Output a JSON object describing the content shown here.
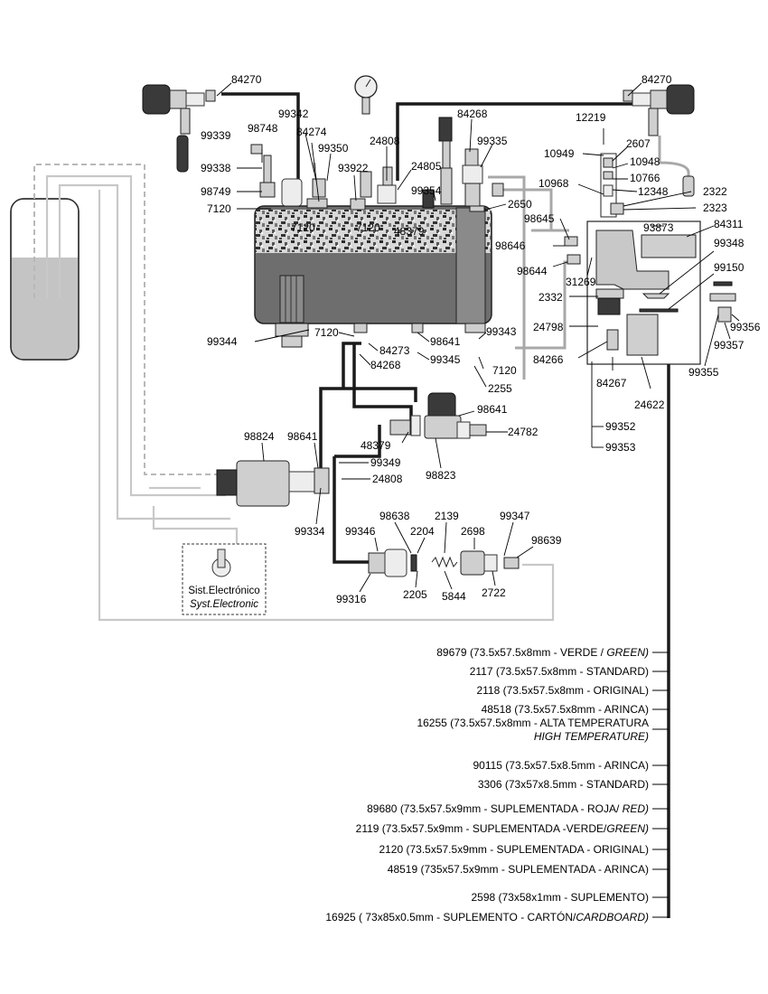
{
  "labels": {
    "p84270_left": "84270",
    "p84270_right": "84270",
    "p99342": "99342",
    "p84274": "84274",
    "p99350": "99350",
    "p93922": "93922",
    "p24808_top": "24808",
    "p24805": "24805",
    "p84268_top": "84268",
    "p99335": "99335",
    "p99354": "99354",
    "p48379_top": "48379",
    "p7120_a": "7120",
    "p7120_b": "7120",
    "p7120_c": "7120",
    "p7120_d": "7120",
    "p7120_e": "7120",
    "p2650": "2650",
    "p99339": "99339",
    "p98748": "98748",
    "p99338": "99338",
    "p98749": "98749",
    "p99344": "99344",
    "p84273": "84273",
    "p84268_mid": "84268",
    "p98641_a": "98641",
    "p98641_b": "98641",
    "p98641_c": "98641",
    "p99345": "99345",
    "p99343": "99343",
    "p2255": "2255",
    "p12219": "12219",
    "p10949": "10949",
    "p2607": "2607",
    "p10948": "10948",
    "p10766": "10766",
    "p10968": "10968",
    "p12348": "12348",
    "p2322": "2322",
    "p2323": "2323",
    "p98645": "98645",
    "p98646": "98646",
    "p98644": "98644",
    "p93873": "93873",
    "p84311": "84311",
    "p99348": "99348",
    "p99150": "99150",
    "p31269": "31269",
    "p2332": "2332",
    "p24798": "24798",
    "p84266": "84266",
    "p84267": "84267",
    "p24622": "24622",
    "p99356": "99356",
    "p99357": "99357",
    "p99355": "99355",
    "p99352": "99352",
    "p99353": "99353",
    "p48379_mid": "48379",
    "p24782": "24782",
    "p98823": "98823",
    "p98824": "98824",
    "p99349": "99349",
    "p24808_mid": "24808",
    "p99334": "99334",
    "p99346": "99346",
    "p98638": "98638",
    "p2204": "2204",
    "p2139": "2139",
    "p2698": "2698",
    "p99347": "99347",
    "p98639": "98639",
    "p99316": "99316",
    "p2205": "2205",
    "p5844": "5844",
    "p2722": "2722"
  },
  "electronic_box": {
    "line1": "Sist.Electrónico",
    "line2": "Syst.Electronic"
  },
  "gasket_options": [
    {
      "text": "89679 (73.5x57.5x8mm - VERDE / ",
      "italic": "GREEN)"
    },
    {
      "text": "2117 (73.5x57.5x8mm - STANDARD)",
      "italic": ""
    },
    {
      "text": "2118 (73.5x57.5x8mm - ORIGINAL)",
      "italic": ""
    },
    {
      "text": "48518 (73.5x57.5x8mm - ARINCA)",
      "italic": ""
    },
    {
      "text": "16255 (73.5x57.5x8mm - ALTA TEMPERATURA",
      "italic": ""
    },
    {
      "text": "",
      "italic": "HIGH TEMPERATURE)"
    },
    {
      "text": "90115 (73.5x57.5x8.5mm - ARINCA)",
      "italic": ""
    },
    {
      "text": "3306 (73x57x8.5mm - STANDARD)",
      "italic": ""
    },
    {
      "text": "89680 (73.5x57.5x9mm - SUPLEMENTADA - ROJA/ ",
      "italic": "RED)"
    },
    {
      "text": "2119 (73.5x57.5x9mm - SUPLEMENTADA -VERDE/",
      "italic": "GREEN)"
    },
    {
      "text": "2120 (73.5x57.5x9mm - SUPLEMENTADA - ORIGINAL)",
      "italic": ""
    },
    {
      "text": "48519 (735x57.5x9mm - SUPLEMENTADA - ARINCA)",
      "italic": ""
    },
    {
      "text": "2598 (73x58x1mm - SUPLEMENTO)",
      "italic": ""
    },
    {
      "text": "16925 ( 73x85x0.5mm - SUPLEMENTO - CARTÓN/",
      "italic": "CARDBOARD)"
    }
  ]
}
